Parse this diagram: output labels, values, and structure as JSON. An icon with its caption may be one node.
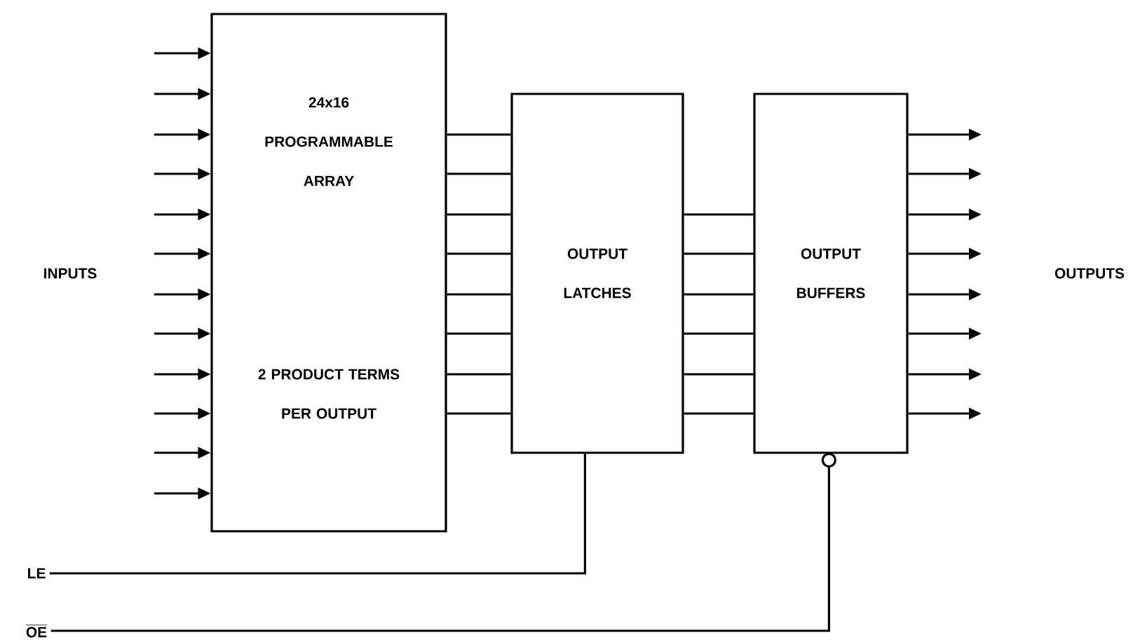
{
  "diagram": {
    "nodes": [
      {
        "text": [
          "24x16 PROGRAMMABLE ARRAY",
          "2 PRODUCT TERMS PER OUTPUT"
        ]
      },
      {
        "text": [
          "OUTPUT LATCHES"
        ]
      },
      {
        "text": [
          "OUTPUT BUFFERS"
        ]
      },
      {
        "text": [
          "LE"
        ]
      },
      {
        "text": [
          "OE"
        ]
      }
    ],
    "edges": [
      {
        "from": null,
        "to": 0,
        "arrow": "to"
      },
      {
        "from": null,
        "to": 0,
        "arrow": "to"
      },
      {
        "from": null,
        "to": 0,
        "arrow": "to"
      },
      {
        "from": null,
        "to": 0,
        "arrow": "to"
      },
      {
        "from": null,
        "to": 0,
        "arrow": "to"
      },
      {
        "from": null,
        "to": 0,
        "arrow": "to"
      },
      {
        "from": null,
        "to": 0,
        "arrow": "to"
      },
      {
        "from": null,
        "to": 0,
        "arrow": "to"
      },
      {
        "from": null,
        "to": 0,
        "arrow": "to"
      },
      {
        "from": null,
        "to": 0,
        "arrow": "to"
      },
      {
        "from": null,
        "to": 0,
        "arrow": "to"
      },
      {
        "from": null,
        "to": 0,
        "arrow": "to"
      },
      {
        "from": 0,
        "to": 1,
        "arrow": "none"
      },
      {
        "from": 0,
        "to": 1,
        "arrow": "none"
      },
      {
        "from": 0,
        "to": 1,
        "arrow": "none"
      },
      {
        "from": 0,
        "to": 1,
        "arrow": "none"
      },
      {
        "from": 0,
        "to": 1,
        "arrow": "none"
      },
      {
        "from": 0,
        "to": 1,
        "arrow": "none"
      },
      {
        "from": 0,
        "to": 1,
        "arrow": "none"
      },
      {
        "from": 0,
        "to": 1,
        "arrow": "none"
      },
      {
        "from": 1,
        "to": 2,
        "arrow": "none"
      },
      {
        "from": 1,
        "to": 2,
        "arrow": "none"
      },
      {
        "from": 1,
        "to": 2,
        "arrow": "none"
      },
      {
        "from": 1,
        "to": 2,
        "arrow": "none"
      },
      {
        "from": 1,
        "to": 2,
        "arrow": "none"
      },
      {
        "from": 1,
        "to": 2,
        "arrow": "none"
      },
      {
        "from": 2,
        "to": null,
        "arrow": "to"
      },
      {
        "from": 2,
        "to": null,
        "arrow": "to"
      },
      {
        "from": 2,
        "to": null,
        "arrow": "to"
      },
      {
        "from": 2,
        "to": null,
        "arrow": "to"
      },
      {
        "from": 2,
        "to": null,
        "arrow": "to"
      },
      {
        "from": 2,
        "to": null,
        "arrow": "to"
      },
      {
        "from": 2,
        "to": null,
        "arrow": "to"
      },
      {
        "from": 2,
        "to": null,
        "arrow": "to"
      },
      {
        "from": 3,
        "to": 1,
        "arrow": "none"
      },
      {
        "from": 4,
        "to": 2,
        "arrow": "other"
      }
    ],
    "labels": [
      "INPUTS",
      "OUTPUTS"
    ]
  }
}
